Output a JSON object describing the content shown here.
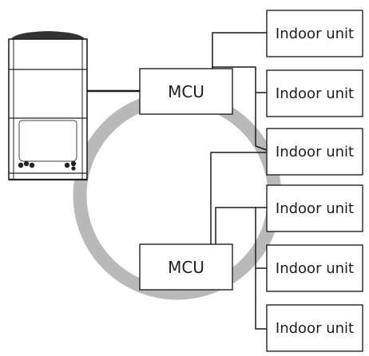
{
  "mcu_units": [
    {
      "label": "MCU"
    },
    {
      "label": "MCU"
    }
  ],
  "indoor_units": [
    {
      "label": "Indoor unit"
    },
    {
      "label": "Indoor unit"
    },
    {
      "label": "Indoor unit"
    },
    {
      "label": "Indoor unit"
    },
    {
      "label": "Indoor unit"
    },
    {
      "label": "Indoor unit"
    }
  ],
  "colors": {
    "ring": "#b9b9b9",
    "line": "#1a1a1a",
    "outdoor_unit_body": "#ffffff",
    "outdoor_unit_fan": "#333333"
  }
}
